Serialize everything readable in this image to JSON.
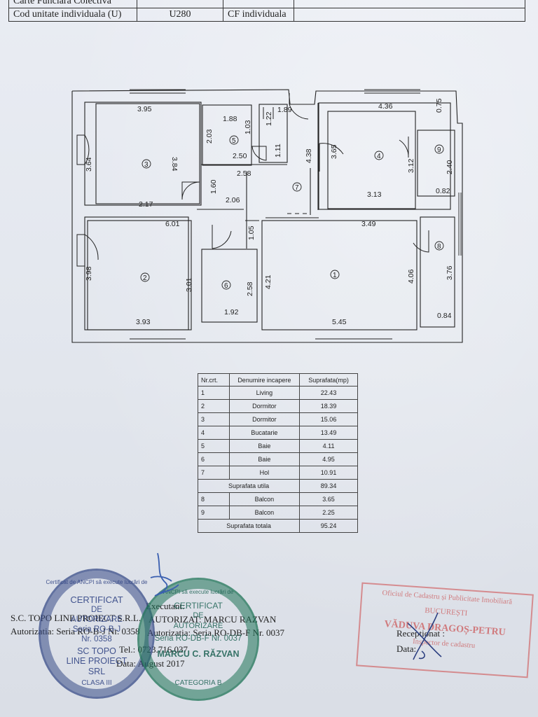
{
  "header_table": {
    "row_partial": "Carte Funciara Colectiva",
    "row": {
      "label": "Cod unitate individuala (U)",
      "code": "U280",
      "cf": "CF individuala"
    }
  },
  "plan": {
    "dimensions": [
      "3.95",
      "3.84",
      "3.64",
      "2.17",
      "1.88",
      "2.03",
      "1.03",
      "2.50",
      "1.89",
      "1.22",
      "1.11",
      "2.58",
      "1.60",
      "2.06",
      "4.38",
      "4.36",
      "0.75",
      "3.65",
      "3.12",
      "2.40",
      "3.13",
      "0.82",
      "6.01",
      "1.05",
      "3.49",
      "3.98",
      "3.01",
      "2.58",
      "4.21",
      "4.06",
      "3.76",
      "3.93",
      "1.92",
      "5.45",
      "0.84"
    ],
    "room_numbers": [
      "1",
      "2",
      "3",
      "4",
      "5",
      "6",
      "7",
      "8",
      "9"
    ]
  },
  "area_table": {
    "headers": [
      "Nr.crt.",
      "Denumire incapere",
      "Suprafata(mp)"
    ],
    "rows": [
      [
        "1",
        "Living",
        "22.43"
      ],
      [
        "2",
        "Dormitor",
        "18.39"
      ],
      [
        "3",
        "Dormitor",
        "15.06"
      ],
      [
        "4",
        "Bucatarie",
        "13.49"
      ],
      [
        "5",
        "Baie",
        "4.11"
      ],
      [
        "6",
        "Baie",
        "4.95"
      ],
      [
        "7",
        "Hol",
        "10.91"
      ]
    ],
    "subtotal": {
      "label": "Suprafata utila",
      "value": "89.34"
    },
    "balcony_rows": [
      [
        "8",
        "Balcon",
        "3.65"
      ],
      [
        "9",
        "Balcon",
        "2.25"
      ]
    ],
    "total": {
      "label": "Suprafata totala",
      "value": "95.24"
    }
  },
  "footer": {
    "company": "S.C. TOPO LINE PROIECT S.R.L.",
    "company_auth": "Autorizatia: Seria RO-B-J Nr. 0358",
    "executant_label": "Executant:",
    "executant_name": "AUTORIZAT: MARCU RAZVAN",
    "executant_auth": "Autorizatia: Seria RO-DB-F Nr. 0037",
    "tel": "Tel.: 0723.716.037",
    "date": "Data: August 2017",
    "receptionat": "Receptionat :",
    "data2": "Data:"
  },
  "stamps": {
    "s1_top": "Certificat de ANCPI să execute lucrări de",
    "s1_l1": "CERTIFICAT",
    "s1_l2": "DE",
    "s1_l3": "AUTORIZARE",
    "s1_l4": "Seria RO-B-J",
    "s1_l5": "Nr. 0358",
    "s1_l6": "SC TOPO",
    "s1_l7": "LINE PROIECT",
    "s1_l8": "SRL",
    "s1_l9": "CLASA III",
    "s2_top": "ANCPI să execute lucrări de",
    "s2_l1": "CERTIFICAT",
    "s2_l2": "DE",
    "s2_l3": "AUTORIZARE",
    "s2_l4": "Seria RO-DB-F Nr. 0037",
    "s2_l5": "MARCU C. RĂZVAN",
    "s2_l6": "CATEGORIA B",
    "s3_l1": "Oficiul de Cadastru și Publicitate Imobiliară",
    "s3_l2": "BUCUREȘTI",
    "s3_l3": "VĂDUVA DRAGOȘ-PETRU",
    "s3_l4": "Inspector de cadastru"
  },
  "colors": {
    "ink_blue": "#37508a",
    "ink_green": "#1e7355",
    "ink_red": "#c83c3c"
  }
}
